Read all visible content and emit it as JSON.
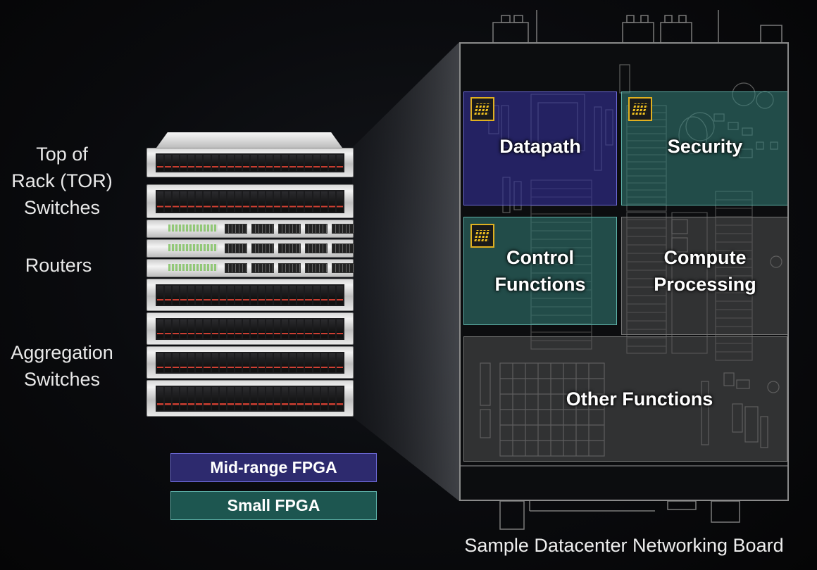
{
  "labels": {
    "tor": "Top of\nRack (TOR)\nSwitches",
    "routers": "Routers",
    "aggregation": "Aggregation\nSwitches"
  },
  "legend": {
    "midrange": {
      "label": "Mid-range FPGA",
      "color": "#2d2a6e",
      "border": "#6d6ad8"
    },
    "small": {
      "label": "Small FPGA",
      "color": "#1d5650",
      "border": "#5fb3aa"
    }
  },
  "board_regions": {
    "datapath": "Datapath",
    "security": "Security",
    "control": "Control\nFunctions",
    "compute": "Compute\nProcessing",
    "other": "Other Functions"
  },
  "caption": "Sample Datacenter Networking Board"
}
